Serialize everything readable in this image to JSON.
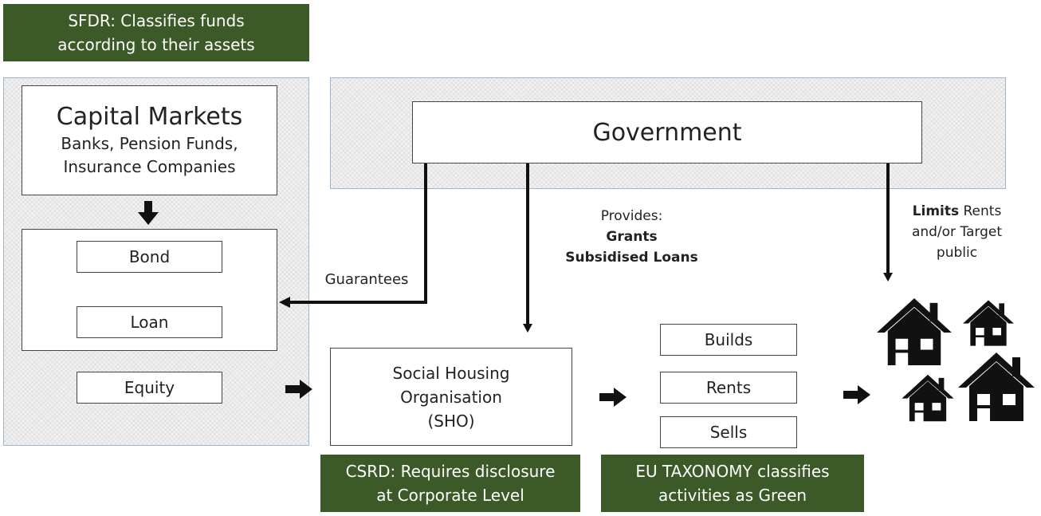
{
  "labels": {
    "sfdr": [
      "SFDR: Classifies funds",
      "according to their assets"
    ],
    "csrd": [
      "CSRD: Requires disclosure",
      "at Corporate Level"
    ],
    "eu_taxonomy": [
      "EU TAXONOMY classifies",
      "activities as Green"
    ]
  },
  "capital_markets": {
    "title": "Capital Markets",
    "subtitle_line1": "Banks, Pension Funds,",
    "subtitle_line2": "Insurance Companies"
  },
  "instruments": {
    "bond": "Bond",
    "loan": "Loan",
    "equity": "Equity"
  },
  "government": "Government",
  "guarantees": "Guarantees",
  "provides": {
    "heading": "Provides:",
    "item1": "Grants",
    "item2": "Subsidised Loans"
  },
  "limits": {
    "bold": "Limits",
    "rest1": " Rents",
    "line2": "and/or Target",
    "line3": "public"
  },
  "sho": {
    "line1": "Social Housing",
    "line2": "Organisation",
    "line3": "(SHO)"
  },
  "activities": {
    "builds": "Builds",
    "rents": "Rents",
    "sells": "Sells"
  },
  "icons": [
    "house-icon",
    "house-icon",
    "house-icon",
    "house-icon"
  ],
  "colors": {
    "label_green": "#3c5a28",
    "hatch_border": "#9db6cc"
  }
}
